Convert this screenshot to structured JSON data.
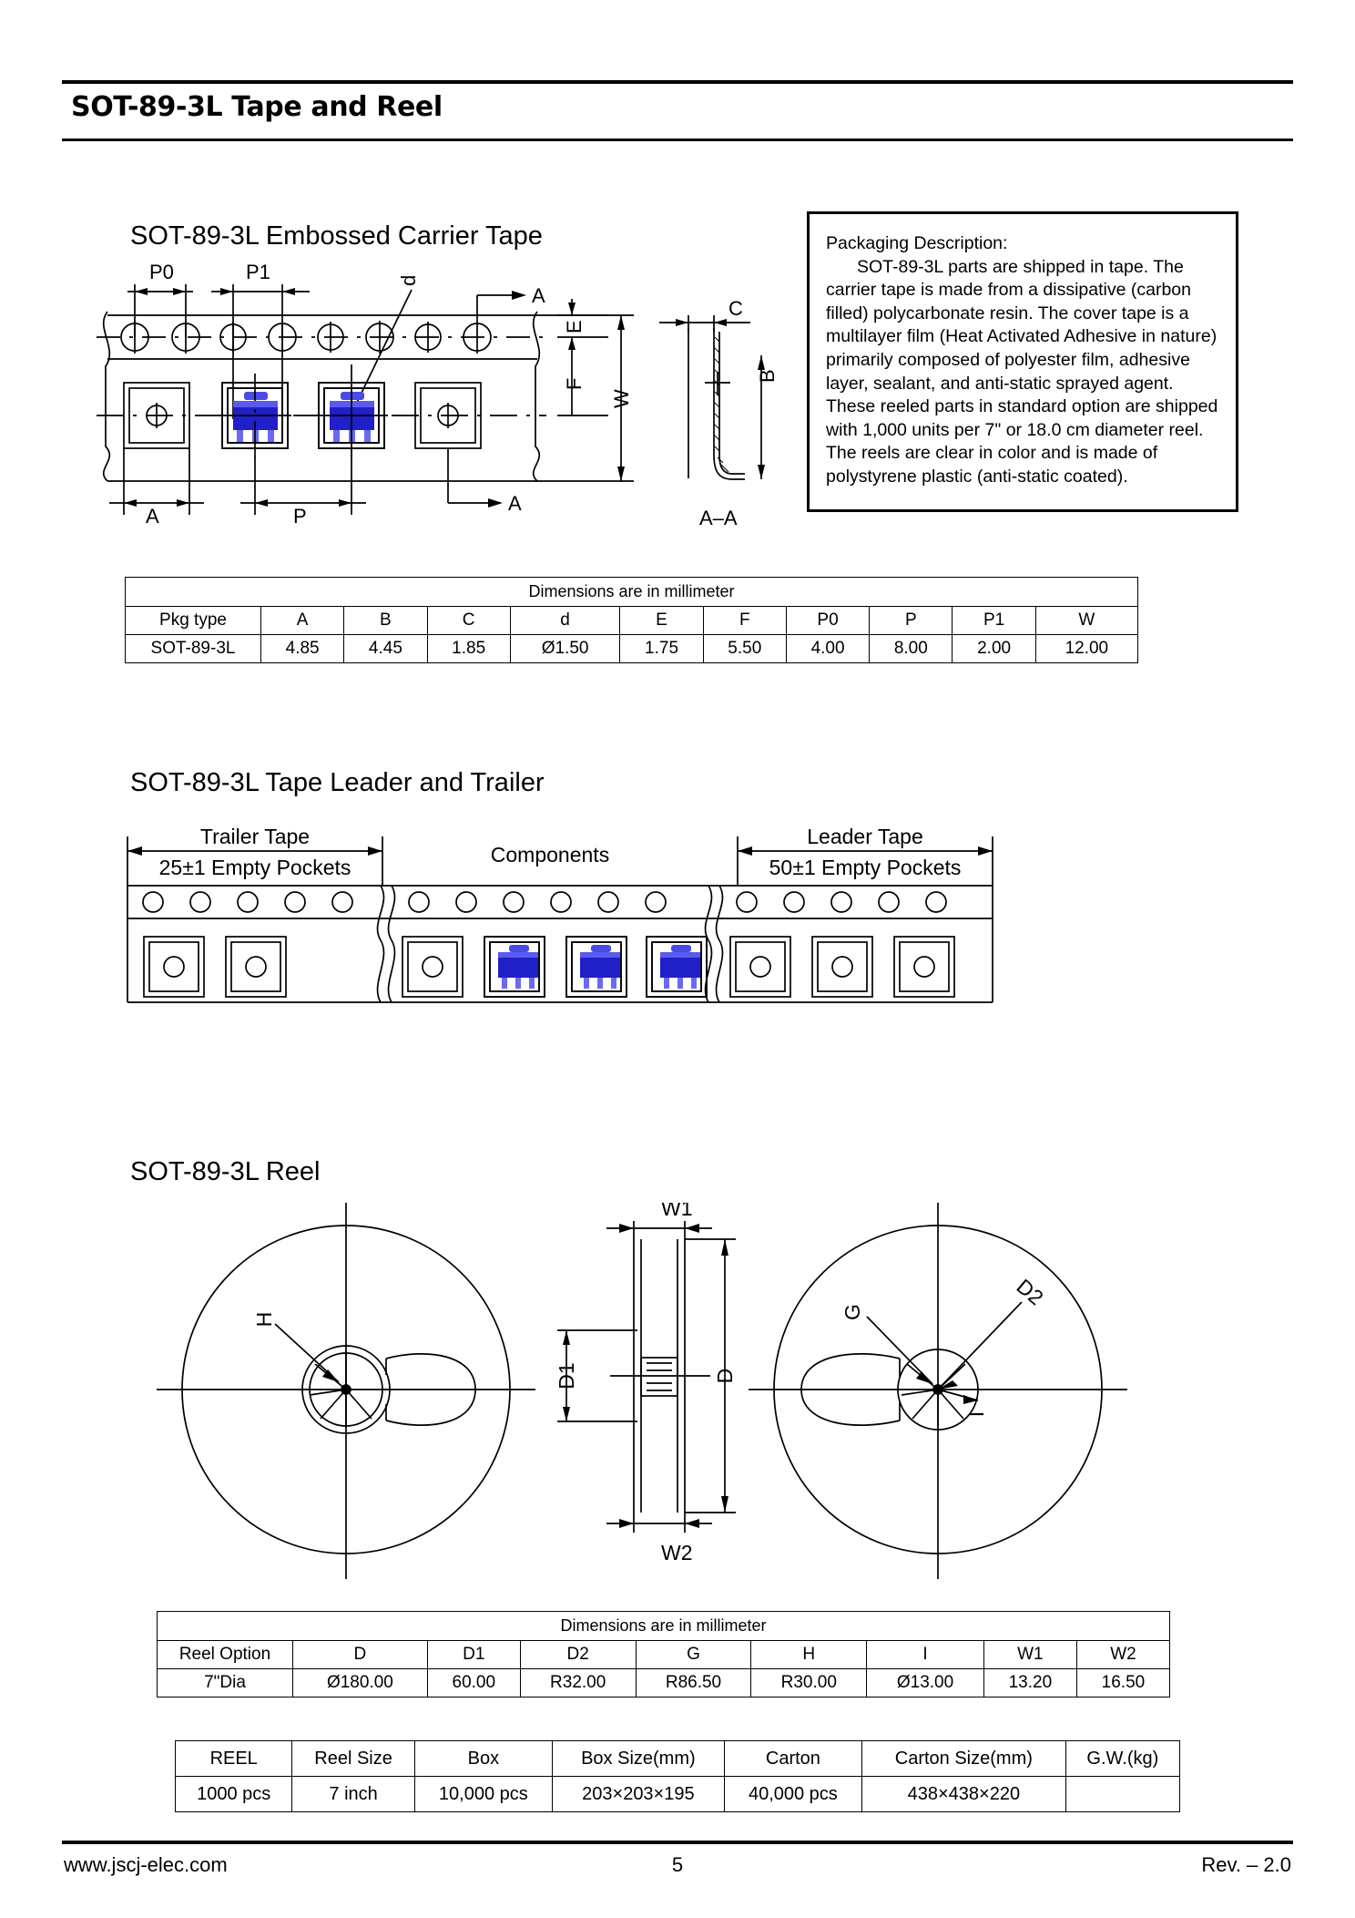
{
  "header": {
    "title": "SOT-89-3L Tape and Reel"
  },
  "sections": {
    "carrier_tape_heading": "SOT-89-3L  Embossed Carrier Tape",
    "leader_trailer_heading": "SOT-89-3L  Tape Leader and Trailer",
    "reel_heading": "SOT-89-3L Reel"
  },
  "packaging_description": {
    "heading": "Packaging Description:",
    "body": "SOT-89-3L  parts are shipped in tape. The carrier tape is made from a dissipative (carbon filled) polycarbonate resin. The cover tape is a multilayer film (Heat Activated Adhesive in nature) primarily composed of polyester film, adhesive layer, sealant, and anti-static sprayed agent. These reeled parts in standard option are shipped with 1,000 units per 7\" or 18.0 cm diameter reel. The reels are clear in color and is made of polystyrene plastic (anti-static coated)."
  },
  "carrier_drawing": {
    "labels": {
      "p0": "P0",
      "p1": "P1",
      "d": "d",
      "a_top": "A",
      "a_bottom": "A",
      "a_left": "A",
      "p": "P",
      "e": "E",
      "f": "F",
      "w": "W",
      "c": "C",
      "b": "B",
      "section": "A–A"
    }
  },
  "leader_drawing": {
    "trailer_tape": "Trailer Tape",
    "trailer_pockets": "25±1 Empty Pockets",
    "components": "Components",
    "leader_tape": "Leader Tape",
    "leader_pockets": "50±1 Empty Pockets"
  },
  "reel_drawing": {
    "labels": {
      "w1": "W1",
      "w2": "W2",
      "d": "D",
      "d1": "D1",
      "d2": "D2",
      "g": "G",
      "h": "H",
      "i": "I"
    }
  },
  "table_carrier": {
    "title": "Dimensions are in millimeter",
    "headers": [
      "Pkg type",
      "A",
      "B",
      "C",
      "d",
      "E",
      "F",
      "P0",
      "P",
      "P1",
      "W"
    ],
    "rows": [
      [
        "SOT-89-3L",
        "4.85",
        "4.45",
        "1.85",
        "Ø1.50",
        "1.75",
        "5.50",
        "4.00",
        "8.00",
        "2.00",
        "12.00"
      ]
    ]
  },
  "table_reel": {
    "title": "Dimensions are in millimeter",
    "headers": [
      "Reel Option",
      "D",
      "D1",
      "D2",
      "G",
      "H",
      "I",
      "W1",
      "W2"
    ],
    "rows": [
      [
        "7\"Dia",
        "Ø180.00",
        "60.00",
        "R32.00",
        "R86.50",
        "R30.00",
        "Ø13.00",
        "13.20",
        "16.50"
      ]
    ]
  },
  "table_packing": {
    "headers": [
      "REEL",
      "Reel Size",
      "Box",
      "Box Size(mm)",
      "Carton",
      "Carton Size(mm)",
      "G.W.(kg)"
    ],
    "rows": [
      [
        "1000 pcs",
        "7 inch",
        "10,000 pcs",
        "203×203×195",
        "40,000 pcs",
        "438×438×220",
        ""
      ]
    ]
  },
  "footer": {
    "website": "www.jscj-elec.com",
    "page": "5",
    "revision": "Rev. – 2.0"
  },
  "colors": {
    "component_blue": "#2222cc",
    "component_blue_light": "#6a6af0",
    "line": "#000000"
  }
}
